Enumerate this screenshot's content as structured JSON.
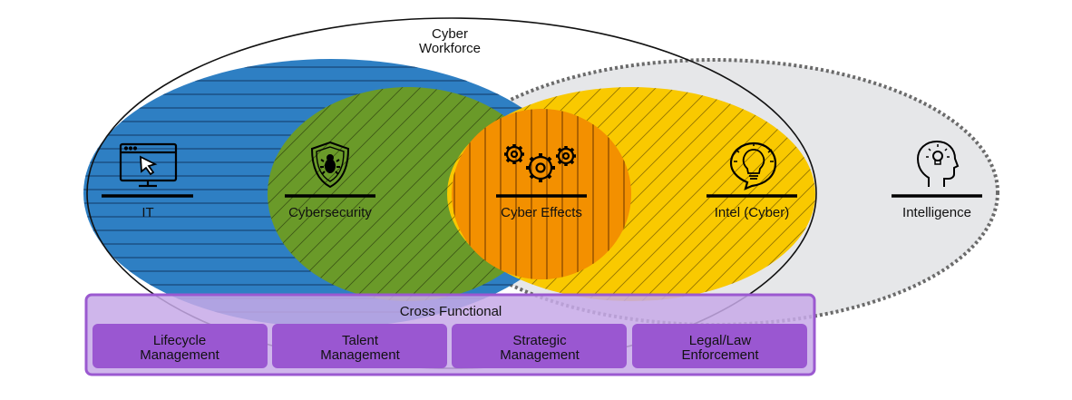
{
  "diagram": {
    "workforce_title_line1": "Cyber",
    "workforce_title_line2": "Workforce",
    "domains": {
      "it": "IT",
      "cybersecurity": "Cybersecurity",
      "cyber_effects": "Cyber Effects",
      "intel_cyber": "Intel (Cyber)",
      "intelligence": "Intelligence"
    },
    "cross_functional": {
      "title": "Cross Functional",
      "boxes": [
        {
          "line1": "Lifecycle",
          "line2": "Management"
        },
        {
          "line1": "Talent",
          "line2": "Management"
        },
        {
          "line1": "Strategic",
          "line2": "Management"
        },
        {
          "line1": "Legal/Law",
          "line2": "Enforcement"
        }
      ]
    },
    "icons": {
      "it": "computer-window-cursor-icon",
      "cybersecurity": "shield-bug-icon",
      "cyber_effects": "gears-icon",
      "intel_cyber": "lightbulb-icon",
      "intelligence": "head-lightbulb-icon"
    },
    "colors": {
      "it": "#2e7fc3",
      "cybersecurity": "#6a9a29",
      "intel_cyber": "#f9c900",
      "cyber_effects": "#f39000",
      "intelligence": "#e6e7e9",
      "cross_functional_bg": "#c7a9e8",
      "cross_functional_border": "#9b59d0",
      "cross_functional_box": "#9a57d1"
    }
  }
}
